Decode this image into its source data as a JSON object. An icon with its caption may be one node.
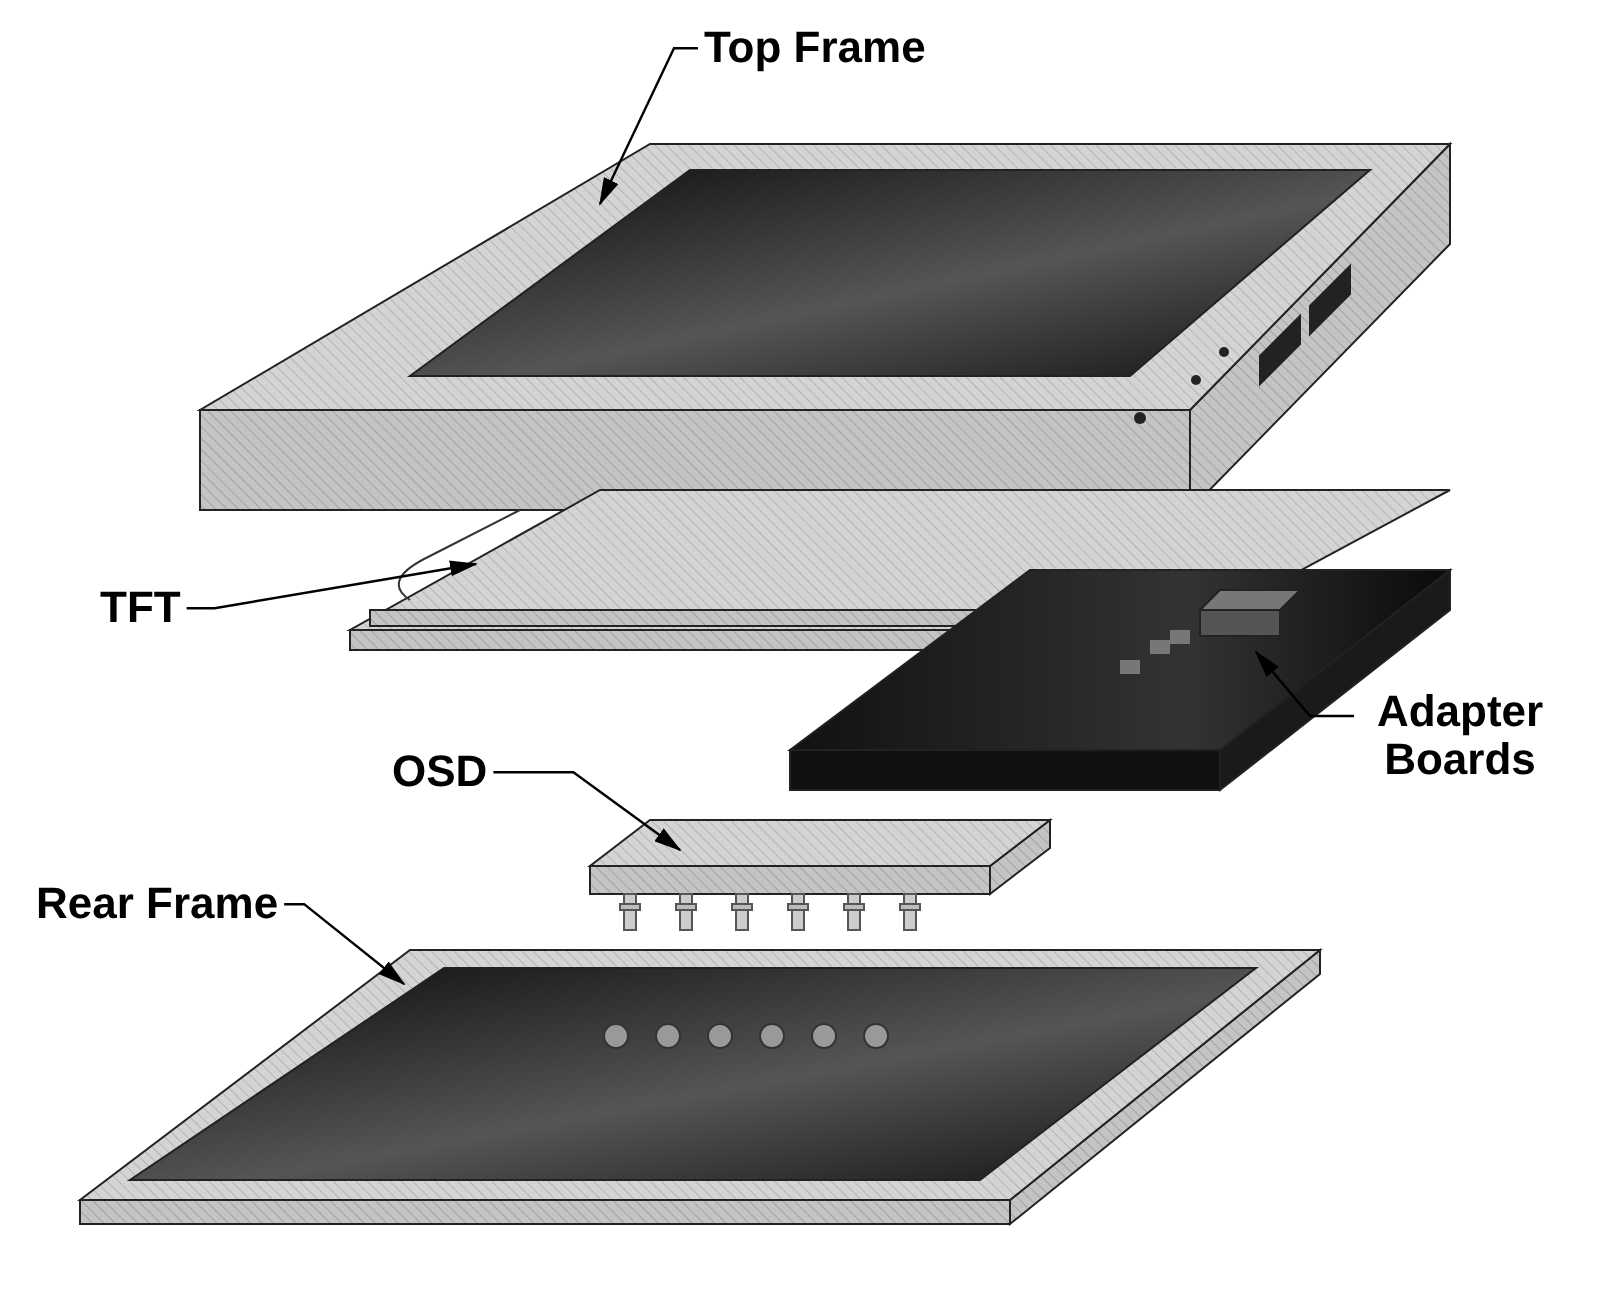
{
  "diagram": {
    "nodes": [
      {
        "text": [
          "Top Frame"
        ]
      },
      {
        "text": [
          "TFT"
        ]
      },
      {
        "text": [
          "Adapter Boards"
        ]
      },
      {
        "text": [
          "OSD"
        ]
      },
      {
        "text": [
          "Rear Frame"
        ]
      },
      {
        "text": [],
        "shape": "picture"
      },
      {
        "text": [],
        "shape": "picture"
      },
      {
        "text": [],
        "shape": "picture"
      },
      {
        "text": [],
        "shape": "picture"
      },
      {
        "text": [],
        "shape": "picture"
      }
    ],
    "edges": [
      {
        "from": 0,
        "to": 5,
        "arrow": "to"
      },
      {
        "from": 1,
        "to": 6,
        "arrow": "to"
      },
      {
        "from": 2,
        "to": 7,
        "arrow": "to"
      },
      {
        "from": 3,
        "to": 8,
        "arrow": "to"
      },
      {
        "from": 4,
        "to": 9,
        "arrow": "to"
      }
    ]
  }
}
